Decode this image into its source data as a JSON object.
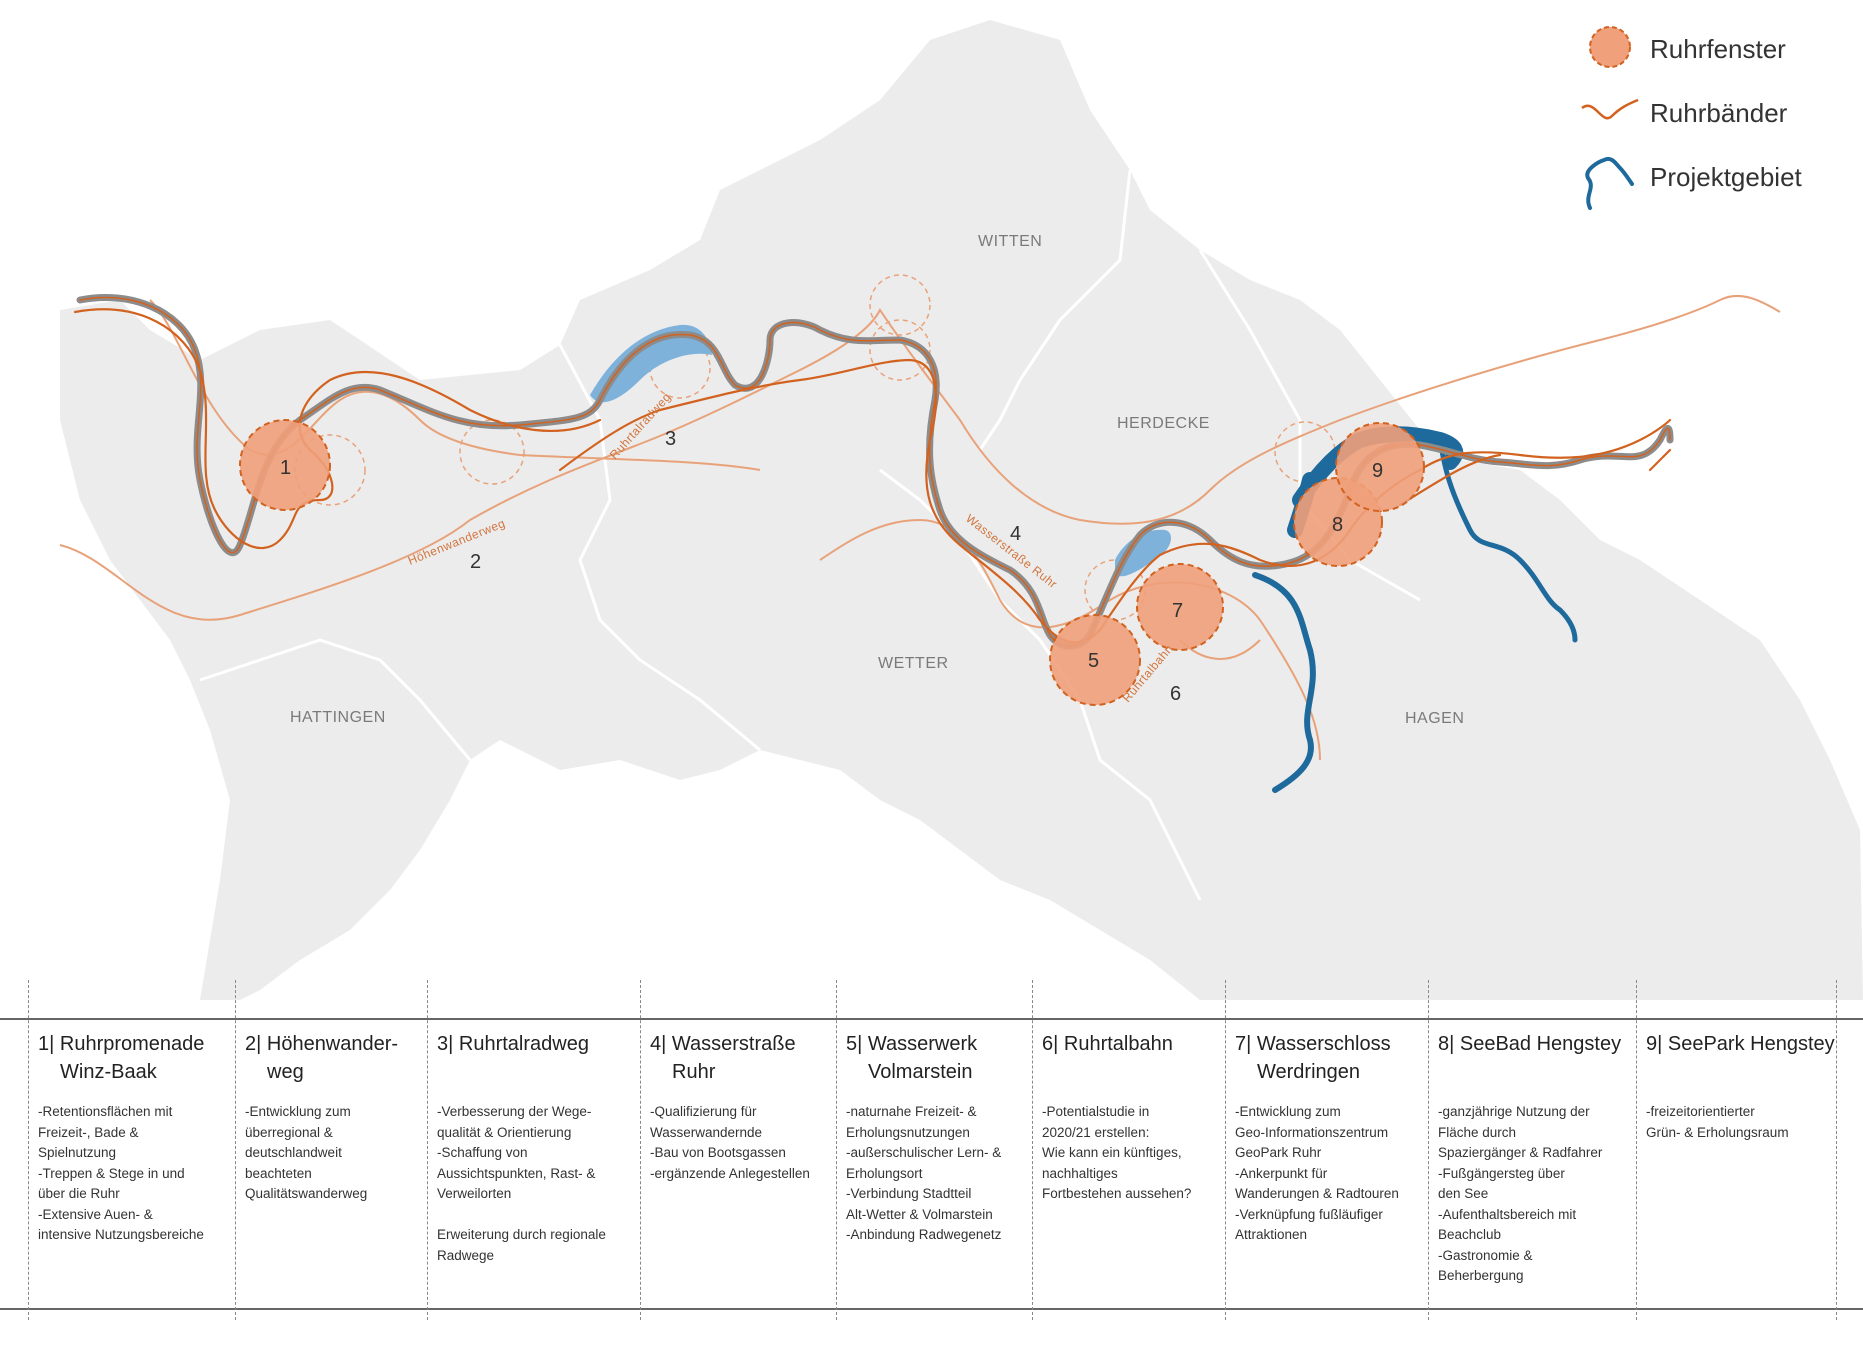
{
  "legend": {
    "items": [
      {
        "label": "Ruhrfenster",
        "icon": "ruhrfenster-circle-icon",
        "color": "#f0a07a"
      },
      {
        "label": "Ruhrbänder",
        "icon": "ruhrbaender-line-icon",
        "color": "#d2621f"
      },
      {
        "label": "Projektgebiet",
        "icon": "projektgebiet-river-icon",
        "color": "#1f6a9c"
      }
    ]
  },
  "cities": {
    "witten": "WITTEN",
    "herdecke": "HERDECKE",
    "wetter": "WETTER",
    "hattingen": "HATTINGEN",
    "hagen": "HAGEN"
  },
  "route_labels": {
    "hoehenwanderweg": "Höhenwanderweg",
    "ruhrtalradweg": "Ruhrtalradweg",
    "wasserstrasse": "Wasserstraße Ruhr",
    "ruhrtalbahn": "Ruhrtalbahn"
  },
  "markers": [
    "1",
    "2",
    "3",
    "4",
    "5",
    "6",
    "7",
    "8",
    "9"
  ],
  "colors": {
    "land": "#ececec",
    "ruhr_orange": "#d2621f",
    "ruhr_light": "#e8a27a",
    "window_fill": "#f0a07a",
    "river_grey": "#8c8c8c",
    "lake_blue": "#7fb2da",
    "project_blue": "#1f6a9c"
  },
  "columns": [
    {
      "title": [
        "1| Ruhrpromenade",
        "Winz-Baak"
      ],
      "lines": [
        "-Retentionsflächen mit",
        "Freizeit-,  Bade &",
        "Spielnutzung",
        "-Treppen & Stege in und",
        "über die Ruhr",
        "-Extensive Auen- &",
        "intensive Nutzungsbereiche"
      ]
    },
    {
      "title": [
        "2| Höhenwander-",
        "weg"
      ],
      "lines": [
        "-Entwicklung zum",
        "überregional &",
        "deutschlandweit",
        "beachteten",
        "Qualitätswanderweg"
      ]
    },
    {
      "title": [
        "3| Ruhrtalradweg"
      ],
      "lines": [
        "-Verbesserung der Wege-",
        "qualität & Orientierung",
        "-Schaffung von",
        "Aussichtspunkten, Rast- &",
        "Verweilorten",
        "",
        "Erweiterung durch regionale",
        "Radwege"
      ]
    },
    {
      "title": [
        "4| Wasserstraße",
        "Ruhr"
      ],
      "lines": [
        "-Qualifizierung für",
        "Wasserwandernde",
        "-Bau von Bootsgassen",
        "-ergänzende Anlegestellen"
      ]
    },
    {
      "title": [
        "5| Wasserwerk",
        "Volmarstein"
      ],
      "lines": [
        "-naturnahe Freizeit- &",
        "Erholungsnutzungen",
        "-außerschulischer Lern- &",
        "Erholungsort",
        "-Verbindung Stadtteil",
        "Alt-Wetter & Volmarstein",
        "-Anbindung Radwegenetz"
      ]
    },
    {
      "title": [
        "6| Ruhrtalbahn"
      ],
      "lines": [
        "-Potentialstudie in",
        "2020/21 erstellen:",
        "Wie kann ein künftiges,",
        "nachhaltiges",
        "Fortbestehen aussehen?"
      ]
    },
    {
      "title": [
        "7| Wasserschloss",
        "Werdringen"
      ],
      "lines": [
        "-Entwicklung zum",
        "Geo-Informationszentrum",
        "GeoPark Ruhr",
        "-Ankerpunkt für",
        "Wanderungen & Radtouren",
        "-Verknüpfung fußläufiger",
        "Attraktionen"
      ]
    },
    {
      "title": [
        "8| SeeBad Hengstey"
      ],
      "lines": [
        "-ganzjährige Nutzung der",
        "Fläche durch",
        "Spaziergänger & Radfahrer",
        "-Fußgängersteg über",
        "den See",
        "-Aufenthaltsbereich mit",
        "Beachclub",
        "-Gastronomie &",
        "Beherbergung"
      ]
    },
    {
      "title": [
        "9| SeePark Hengstey"
      ],
      "lines": [
        "-freizeitorientierter",
        "Grün- & Erholungsraum"
      ]
    }
  ]
}
